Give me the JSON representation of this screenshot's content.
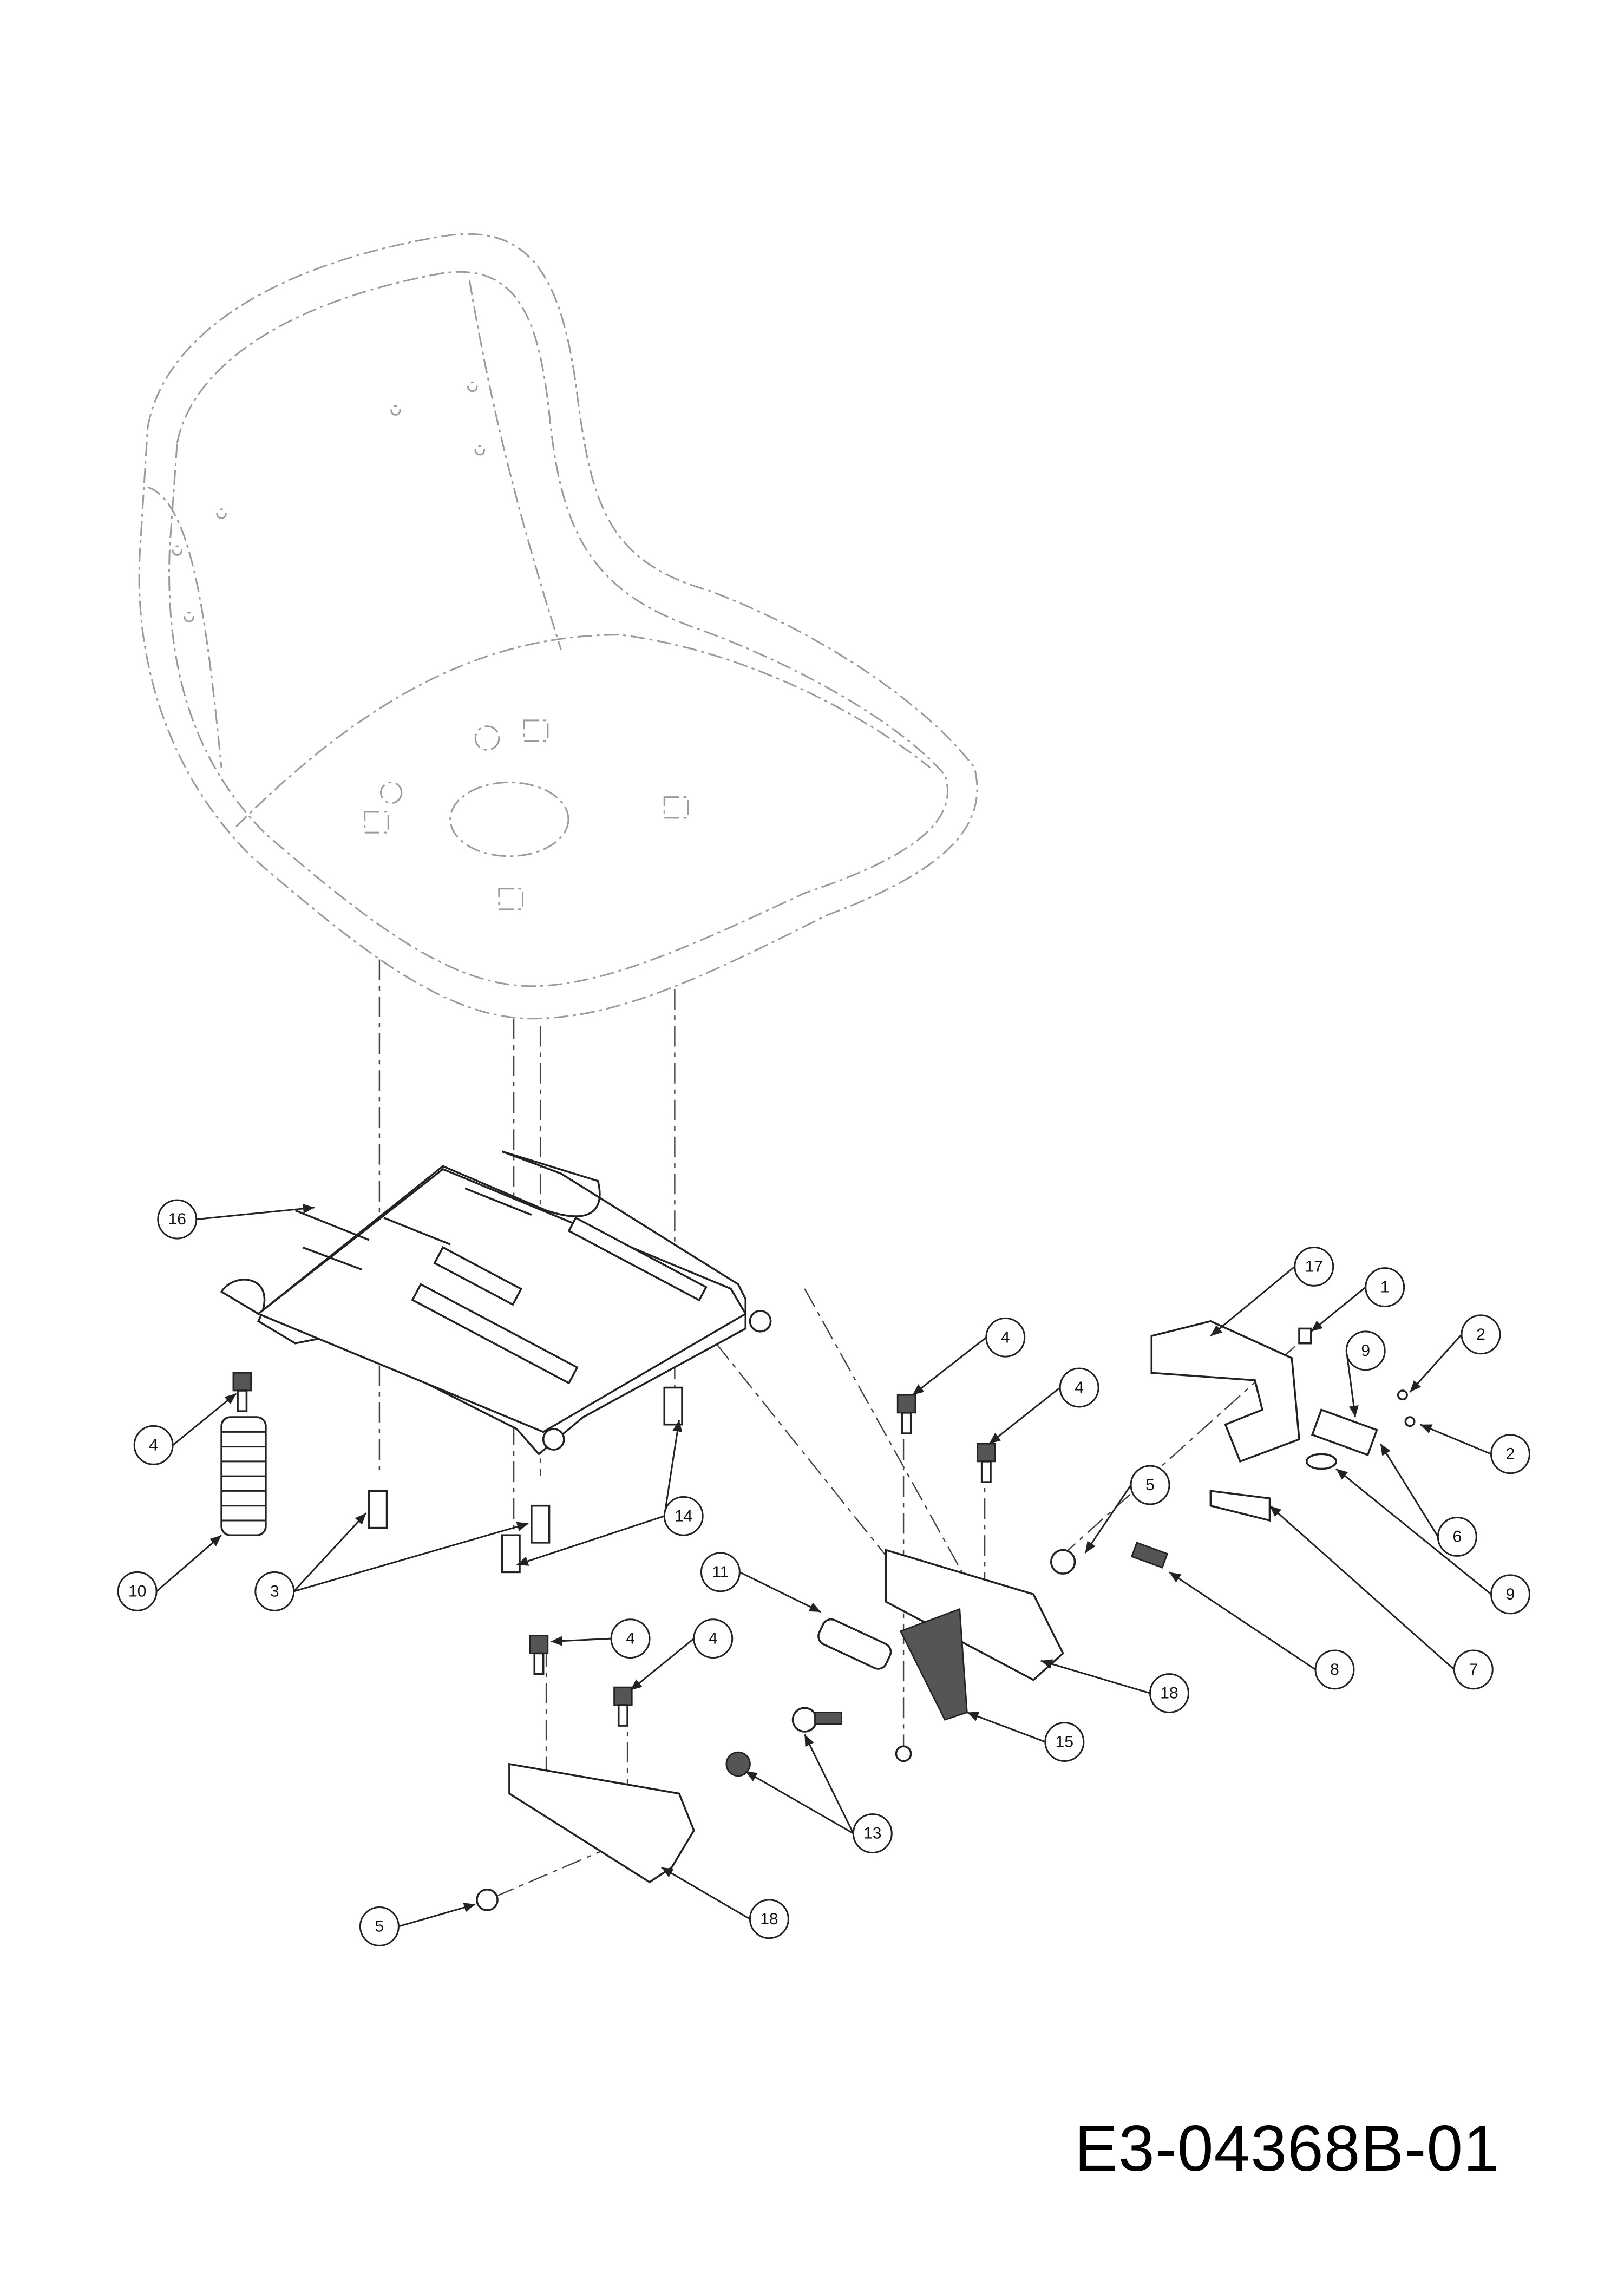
{
  "diagram_id": "E3-04368B-01",
  "callouts": [
    "16",
    "17",
    "1",
    "9",
    "2",
    "2",
    "6",
    "9",
    "7",
    "8",
    "18",
    "15",
    "5",
    "4",
    "4",
    "4",
    "10",
    "3",
    "14",
    "11",
    "4",
    "4",
    "13",
    "18",
    "5"
  ],
  "colors": {
    "line": "#222222",
    "ghost": "#9a9a9a"
  }
}
